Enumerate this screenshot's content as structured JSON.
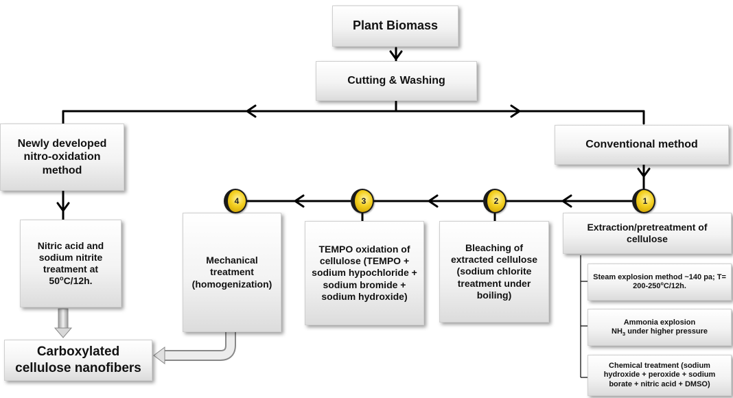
{
  "nodes": {
    "plant_biomass": "Plant Biomass",
    "cutting_washing": "Cutting & Washing",
    "nitro_oxidation": "Newly developed nitro-oxidation method",
    "conventional": "Conventional method",
    "nitric_acid": {
      "pre": "Nitric acid and sodium nitrite treatment at 50",
      "sup": "o",
      "post": "C/12h."
    },
    "carboxylated": "Carboxylated cellulose nanofibers",
    "mechanical": "Mechanical treatment (homogenization)",
    "tempo": "TEMPO oxidation of cellulose (TEMPO + sodium hypochloride + sodium bromide + sodium hydroxide)",
    "bleaching": "Bleaching of extracted cellulose (sodium chlorite treatment under boiling)",
    "extraction": "Extraction/pretreatment of cellulose",
    "steam": {
      "pre": "Steam explosion method ~140 pa; T= 200-250",
      "sup": "o",
      "post": "C/12h."
    },
    "ammonia": {
      "line1": "Ammonia explosion",
      "nh": "NH",
      "sub": "3",
      "post": " under higher pressure"
    },
    "chemical": "Chemical treatment (sodium hydroxide + peroxide + sodium borate + nitric acid + DMSO)"
  },
  "steps": [
    "1",
    "2",
    "3",
    "4"
  ],
  "colors": {
    "badge": "#f3cf1f",
    "badge_rim": "#1a1a1a",
    "box_top": "#ffffff",
    "box_bottom": "#dcdcdc",
    "line": "#000000"
  }
}
